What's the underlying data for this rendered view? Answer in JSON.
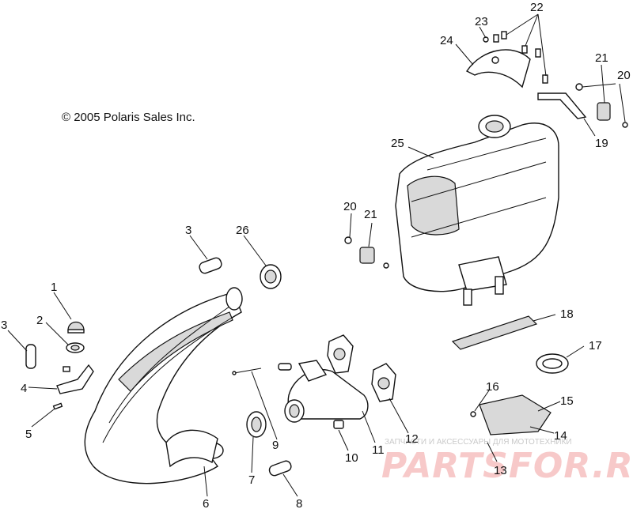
{
  "copyright": "© 2005 Polaris Sales Inc.",
  "callouts": [
    "1",
    "2",
    "3",
    "3",
    "4",
    "5",
    "6",
    "7",
    "8",
    "9",
    "10",
    "11",
    "12",
    "13",
    "14",
    "15",
    "16",
    "17",
    "18",
    "19",
    "20",
    "20",
    "21",
    "21",
    "22",
    "23",
    "24",
    "25",
    "26"
  ],
  "watermark": {
    "small": "ЗАПЧАСТИ И АКСЕССУАРЫ ДЛЯ МОТОТЕХНИКИ",
    "big": "PARTSFOR.RU"
  }
}
